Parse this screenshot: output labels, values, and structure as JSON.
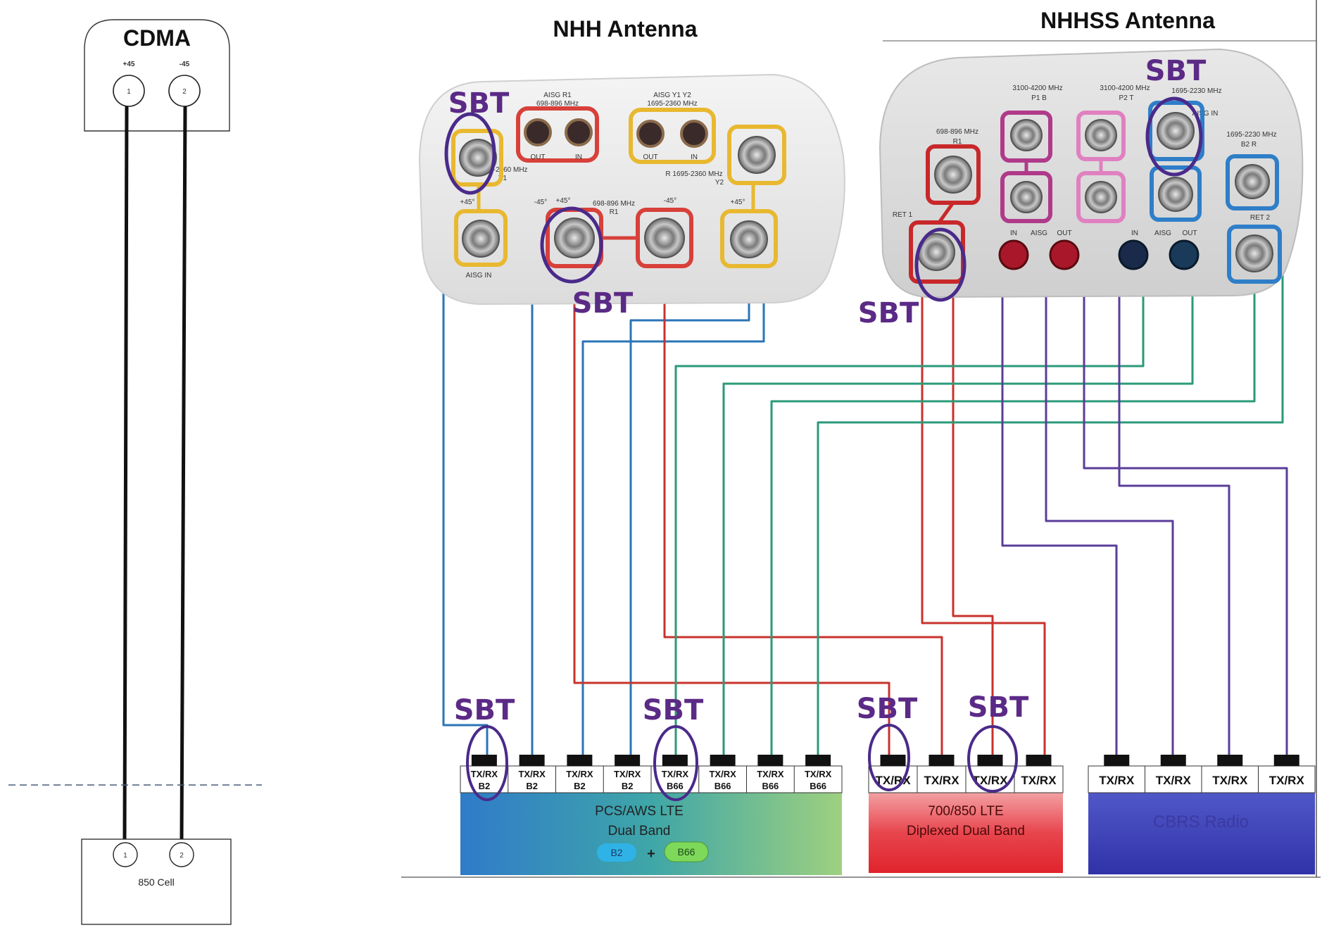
{
  "cdma": {
    "title": "CDMA",
    "port_plus": "+45",
    "port_minus": "-45",
    "port1": "1",
    "port2": "2",
    "cell_port1": "1",
    "cell_port2": "2",
    "cell_label": "850 Cell"
  },
  "nhh": {
    "title": "NHH Antenna",
    "labels": {
      "aisg_r1": "AISG R1",
      "aisg_r1_freq": "698-896 MHz",
      "aisg_y": "AISG Y1 Y2",
      "aisg_y_freq": "1695-2360 MHz",
      "out1": "OUT",
      "in1": "IN",
      "out2": "OUT",
      "in2": "IN",
      "l_band": "L 1695-2360 MHz",
      "y1": "Y1",
      "r_band": "R 1695-2360 MHz",
      "y2": "Y2",
      "mid_band": "698-896 MHz",
      "r1": "R1",
      "aisg_in": "AISG IN",
      "p45a": "+45°",
      "m45a": "-45°",
      "p45b": "+45°",
      "m45b": "-45°",
      "p45c": "+45°"
    }
  },
  "nhhss": {
    "title": "NHHSS Antenna",
    "labels": {
      "band_p1": "3100-4200 MHz",
      "p1b": "P1    B",
      "band_p2": "3100-4200 MHz",
      "p2t": "P2    T",
      "band_top": "1695-2230 MHz",
      "aisg_in": "AISG  IN",
      "low_band": "698-896 MHz",
      "r1": "R1",
      "band_right": "1695-2230 MHz",
      "b2r": "B2    R",
      "in_a": "IN",
      "aisg_a": "AISG",
      "out_a": "OUT",
      "in_b": "IN",
      "aisg_b": "AISG",
      "out_b": "OUT",
      "ret1": "RET 1",
      "ret2": "RET 2"
    }
  },
  "sbt_label": "SBT",
  "pcs": {
    "ports": [
      {
        "top": "TX/RX",
        "bottom": "B2"
      },
      {
        "top": "TX/RX",
        "bottom": "B2"
      },
      {
        "top": "TX/RX",
        "bottom": "B2"
      },
      {
        "top": "TX/RX",
        "bottom": "B2"
      },
      {
        "top": "TX/RX",
        "bottom": "B66"
      },
      {
        "top": "TX/RX",
        "bottom": "B66"
      },
      {
        "top": "TX/RX",
        "bottom": "B66"
      },
      {
        "top": "TX/RX",
        "bottom": "B66"
      }
    ],
    "line1": "PCS/AWS LTE",
    "line2": "Dual Band",
    "badge_b2": "B2",
    "plus": "+",
    "badge_b66": "B66"
  },
  "lte700": {
    "ports": [
      "TX/RX",
      "TX/RX",
      "TX/RX",
      "TX/RX"
    ],
    "line1": "700/850 LTE",
    "line2": "Diplexed Dual Band"
  },
  "cbrs": {
    "ports": [
      "TX/RX",
      "TX/RX",
      "TX/RX",
      "TX/RX"
    ],
    "label": "CBRS Radio"
  },
  "colors": {
    "blue": "#2a74b8",
    "red": "#c8322d",
    "green": "#2a9a78",
    "purple": "#5a3d9a",
    "sbt": "#5b2a86"
  }
}
